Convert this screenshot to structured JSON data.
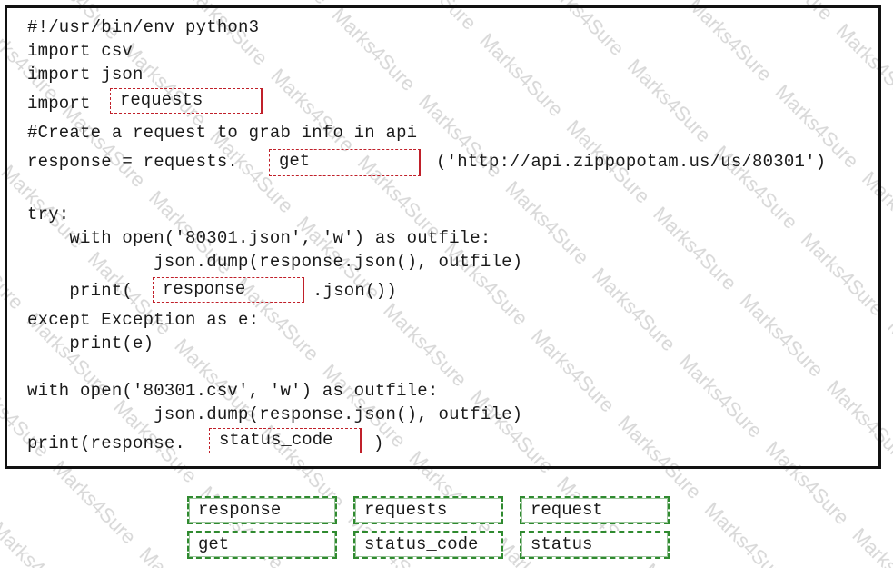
{
  "code": {
    "line1": "#!/usr/bin/env python3",
    "line2": "import csv",
    "line3": "import json",
    "line4_prefix": "import ",
    "line5": "#Create a request to grab info in api",
    "line6_prefix": "response = requests.",
    "line6_suffix": "('http://api.zippopotam.us/us/80301')",
    "line7": "try:",
    "line8": "    with open('80301.json', 'w') as outfile:",
    "line9": "            json.dump(response.json(), outfile)",
    "line10_prefix": "    print(",
    "line10_suffix": ".json())",
    "line11": "except Exception as e:",
    "line12": "    print(e)",
    "line13": "with open('80301.csv', 'w') as outfile:",
    "line14": "            json.dump(response.json(), outfile)",
    "line15_prefix": "print(response.",
    "line15_suffix": ")"
  },
  "slots": {
    "import_slot": "requests",
    "method_slot": "get",
    "print_slot": "response",
    "attr_slot": "status_code"
  },
  "options": [
    "response",
    "requests",
    "request",
    "get",
    "status_code",
    "status"
  ],
  "colors": {
    "slot_border": "#c0202a",
    "option_border": "#2f8a2f",
    "panel_border": "#111111"
  },
  "watermark_text": "Marks4Sure"
}
